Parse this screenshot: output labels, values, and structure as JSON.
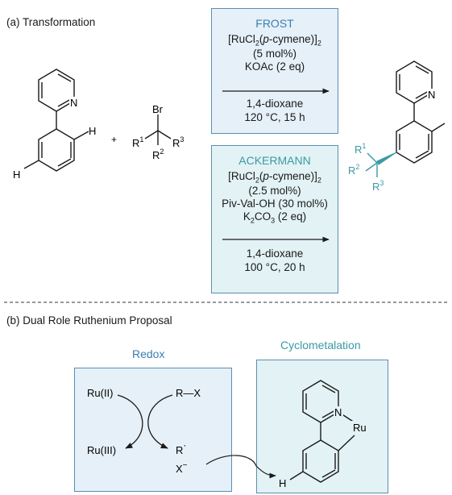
{
  "section_a": {
    "heading": "(a) Transformation",
    "plus": "+",
    "reagent": {
      "br": "Br",
      "r1": "R",
      "r1_sup": "1",
      "r2": "R",
      "r2_sup": "2",
      "r3": "R",
      "r3_sup": "3"
    },
    "substrate": {
      "n": "N",
      "h1": "H",
      "h2": "H"
    },
    "product": {
      "n": "N",
      "r1": "R",
      "r1_sup": "1",
      "r2": "R",
      "r2_sup": "2",
      "r3": "R",
      "r3_sup": "3"
    }
  },
  "frost": {
    "title": "FROST",
    "line1": "[RuCl2(p-cymene)]2",
    "line2": "(5 mol%)",
    "line3": "KOAc (2 eq)",
    "line4": "1,4-dioxane",
    "line5": "120 °C, 15 h"
  },
  "ackermann": {
    "title": "ACKERMANN",
    "line1": "[RuCl2(p-cymene)]2",
    "line2": "(2.5 mol%)",
    "line3": "Piv-Val-OH (30 mol%)",
    "line4": "K2CO3 (2 eq)",
    "line5": "1,4-dioxane",
    "line6": "100 °C, 20 h"
  },
  "section_b": {
    "heading": "(b) Dual Role Ruthenium Proposal",
    "redox_title": "Redox",
    "cyclo_title": "Cyclometalation",
    "ru2": "Ru(II)",
    "ru3": "Ru(III)",
    "rx": "R—X",
    "r_rad": "R",
    "x_minus": "X",
    "cyclo_n": "N",
    "cyclo_ru": "Ru",
    "cyclo_h": "H"
  },
  "colors": {
    "teal": "#3a9aa5",
    "blue": "#3a7fb0",
    "box_border": "#5a8fb0"
  }
}
